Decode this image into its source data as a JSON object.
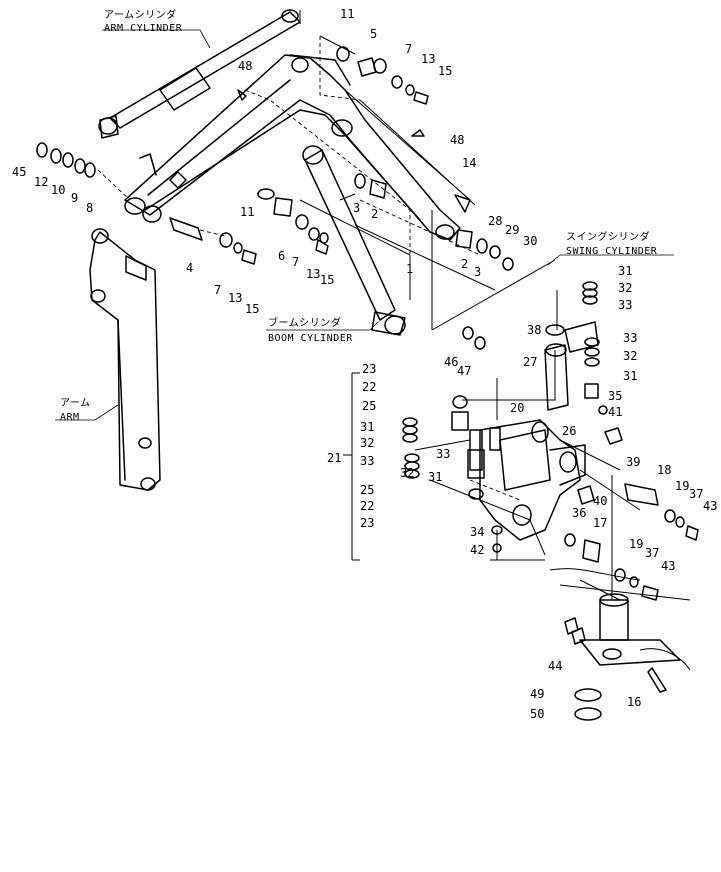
{
  "labels": {
    "arm_cylinder_jp": "アームシリンダ",
    "arm_cylinder_en": "ARM CYLINDER",
    "boom_cylinder_jp": "ブームシリンダ",
    "boom_cylinder_en": "BOOM CYLINDER",
    "swing_cylinder_jp": "スイングシリンダ",
    "swing_cylinder_en": "SWING CYLINDER",
    "arm_jp": "アーム",
    "arm_en": "ARM"
  },
  "parts": [
    {
      "id": "11a",
      "text": "11"
    },
    {
      "id": "5",
      "text": "5"
    },
    {
      "id": "7a",
      "text": "7"
    },
    {
      "id": "13a",
      "text": "13"
    },
    {
      "id": "15a",
      "text": "15"
    },
    {
      "id": "48a",
      "text": "48"
    },
    {
      "id": "48b",
      "text": "48"
    },
    {
      "id": "45",
      "text": "45"
    },
    {
      "id": "12",
      "text": "12"
    },
    {
      "id": "10",
      "text": "10"
    },
    {
      "id": "9",
      "text": "9"
    },
    {
      "id": "8",
      "text": "8"
    },
    {
      "id": "14",
      "text": "14"
    },
    {
      "id": "3a",
      "text": "3"
    },
    {
      "id": "2a",
      "text": "2"
    },
    {
      "id": "28",
      "text": "28"
    },
    {
      "id": "29",
      "text": "29"
    },
    {
      "id": "30",
      "text": "30"
    },
    {
      "id": "2b",
      "text": "2"
    },
    {
      "id": "3b",
      "text": "3"
    },
    {
      "id": "1",
      "text": "1"
    },
    {
      "id": "11b",
      "text": "11"
    },
    {
      "id": "6",
      "text": "6"
    },
    {
      "id": "7b",
      "text": "7"
    },
    {
      "id": "13b",
      "text": "13"
    },
    {
      "id": "15b",
      "text": "15"
    },
    {
      "id": "4",
      "text": "4"
    },
    {
      "id": "7c",
      "text": "7"
    },
    {
      "id": "13c",
      "text": "13"
    },
    {
      "id": "15c",
      "text": "15"
    },
    {
      "id": "31a",
      "text": "31"
    },
    {
      "id": "32a",
      "text": "32"
    },
    {
      "id": "33a",
      "text": "33"
    },
    {
      "id": "38",
      "text": "38"
    },
    {
      "id": "33b",
      "text": "33"
    },
    {
      "id": "32b",
      "text": "32"
    },
    {
      "id": "31b",
      "text": "31"
    },
    {
      "id": "27",
      "text": "27"
    },
    {
      "id": "46",
      "text": "46"
    },
    {
      "id": "47",
      "text": "47"
    },
    {
      "id": "35",
      "text": "35"
    },
    {
      "id": "41",
      "text": "41"
    },
    {
      "id": "23a",
      "text": "23"
    },
    {
      "id": "22a",
      "text": "22"
    },
    {
      "id": "25a",
      "text": "25"
    },
    {
      "id": "20",
      "text": "20"
    },
    {
      "id": "26",
      "text": "26"
    },
    {
      "id": "31c",
      "text": "31"
    },
    {
      "id": "32c",
      "text": "32"
    },
    {
      "id": "33c",
      "text": "33"
    },
    {
      "id": "21",
      "text": "21"
    },
    {
      "id": "33d",
      "text": "33"
    },
    {
      "id": "32d",
      "text": "32"
    },
    {
      "id": "31d",
      "text": "31"
    },
    {
      "id": "39",
      "text": "39"
    },
    {
      "id": "25b",
      "text": "25"
    },
    {
      "id": "22b",
      "text": "22"
    },
    {
      "id": "23b",
      "text": "23"
    },
    {
      "id": "40",
      "text": "40"
    },
    {
      "id": "18",
      "text": "18"
    },
    {
      "id": "19a",
      "text": "19"
    },
    {
      "id": "37a",
      "text": "37"
    },
    {
      "id": "43a",
      "text": "43"
    },
    {
      "id": "36",
      "text": "36"
    },
    {
      "id": "17",
      "text": "17"
    },
    {
      "id": "34",
      "text": "34"
    },
    {
      "id": "42",
      "text": "42"
    },
    {
      "id": "19b",
      "text": "19"
    },
    {
      "id": "37b",
      "text": "37"
    },
    {
      "id": "43b",
      "text": "43"
    },
    {
      "id": "44",
      "text": "44"
    },
    {
      "id": "16",
      "text": "16"
    },
    {
      "id": "49",
      "text": "49"
    },
    {
      "id": "50",
      "text": "50"
    }
  ]
}
